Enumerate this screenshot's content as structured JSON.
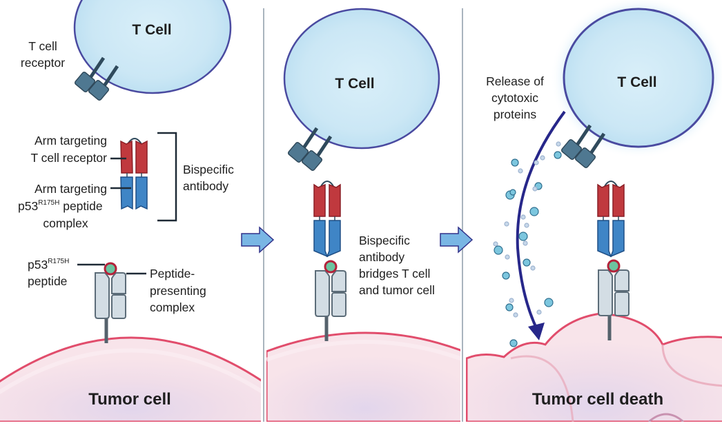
{
  "diagram": {
    "title": "Bispecific antibody bridging T cell and tumor cell",
    "colors": {
      "tcell_fill": "#cfe9f6",
      "tcell_stroke": "#4a4aa0",
      "receptor": "#4f7891",
      "receptor_stalk": "#2f4a5c",
      "antibody_red": "#c0393e",
      "antibody_blue": "#3f85c6",
      "peptide_green": "#6cc4a0",
      "peptide_ring": "#b3223a",
      "complex_fill": "#d3dde4",
      "complex_stroke": "#5c6c78",
      "tumor_fill": "#f7e1e8",
      "tumor_stroke": "#e14d6c",
      "arrow_fill": "#79b6e4",
      "arrow_stroke": "#31318a",
      "divider": "#a9b4be",
      "protein_dot": "#7cc6de"
    },
    "panels": [
      {
        "tcell_label": "T Cell",
        "tumor_label": "Tumor cell",
        "labels": {
          "tcr": [
            "T cell",
            "receptor"
          ],
          "arm_tcr": [
            "Arm targeting",
            "T cell receptor"
          ],
          "arm_p53_line1": "Arm targeting",
          "arm_p53_p53": "p53",
          "arm_p53_sup": "R175H",
          "arm_p53_rest": " peptide",
          "arm_p53_line3": "complex",
          "bispecific": [
            "Bispecific",
            "antibody"
          ],
          "peptide_p53": "p53",
          "peptide_sup": "R175H",
          "peptide_line2": "peptide",
          "complex": [
            "Peptide-",
            "presenting",
            "complex"
          ]
        }
      },
      {
        "tcell_label": "T Cell",
        "caption": [
          "Bispecific",
          "antibody",
          "bridges T cell",
          "and tumor cell"
        ]
      },
      {
        "tcell_label": "T Cell",
        "release": [
          "Release of",
          "cytotoxic",
          "proteins"
        ],
        "tumor_label": "Tumor cell death"
      }
    ]
  }
}
